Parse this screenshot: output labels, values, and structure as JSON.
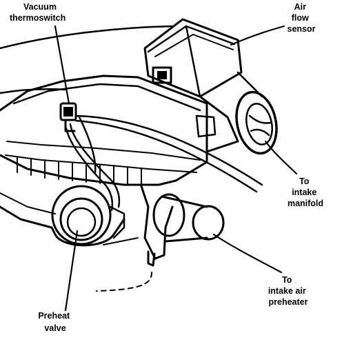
{
  "labels": {
    "vacuum_thermoswitch": [
      "Vacuum",
      "thermoswitch"
    ],
    "air_flow_sensor": [
      "Air",
      "flow",
      "sensor"
    ],
    "to_intake_manifold": [
      "To",
      "intake",
      "manifold"
    ],
    "to_intake_air_preheater": [
      "To",
      "intake air",
      "preheater"
    ],
    "preheat_valve": [
      "Preheat",
      "valve"
    ]
  },
  "colors": {
    "ink": "#000000",
    "paper": "#ffffff"
  }
}
